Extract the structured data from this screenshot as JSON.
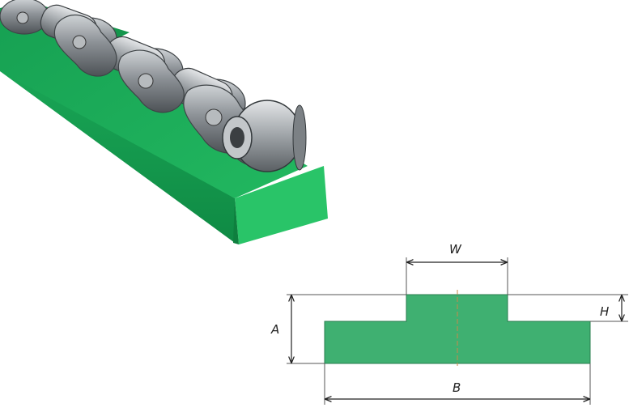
{
  "photo": {
    "subject": "roller-chain-on-green-guide-rail",
    "rail_color": "#1fa85a",
    "chain_color": "#9a9ea2"
  },
  "profile": {
    "fill_color": "#3fb071",
    "line_color": "#222222",
    "labels": {
      "width": "W",
      "height": "H",
      "total_height": "A",
      "base_width": "B"
    }
  }
}
